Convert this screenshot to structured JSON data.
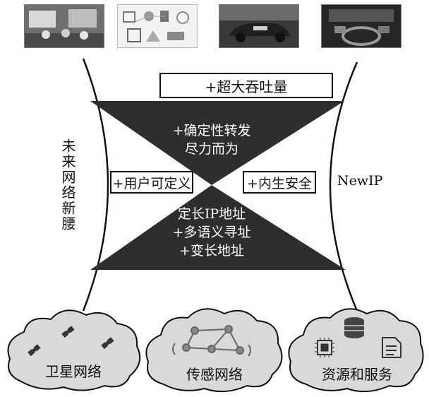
{
  "top_images": [
    {
      "icon": "meeting-photo"
    },
    {
      "icon": "smart-home-collage"
    },
    {
      "icon": "vehicle-photo"
    },
    {
      "icon": "car-interior-photo"
    }
  ],
  "throughput_label": "+超大吞吐量",
  "upper_triangle": {
    "line1": "+确定性转发",
    "line2": "尽力而为"
  },
  "user_defined_label": "+用户可定义",
  "intrinsic_security_label": "+内生安全",
  "lower_triangle": {
    "line1": "定长IP地址",
    "line2": "+多语义寻址",
    "line3": "+变长地址"
  },
  "left_side_label": "未来网络新腰",
  "right_side_label": "NewIP",
  "clouds": [
    {
      "label": "卫星网络",
      "icon": "satellite-icon"
    },
    {
      "label": "传感网络",
      "icon": "sensor-network-icon"
    },
    {
      "label": "资源和服务",
      "icon": "resources-services-icon"
    }
  ],
  "colors": {
    "triangle_fill": "#2e2e2e",
    "cloud_fill": "#d9d9d9",
    "line": "#111111"
  }
}
